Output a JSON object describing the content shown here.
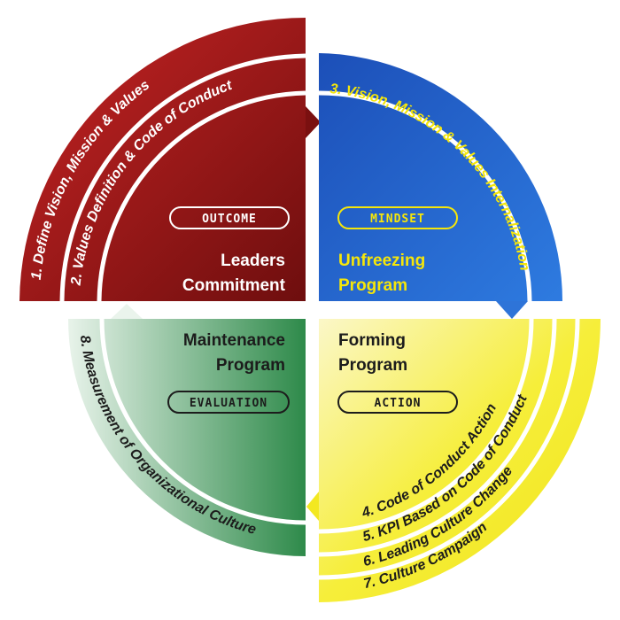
{
  "colors": {
    "red": "#a11a1a",
    "blue": "#1f5fc8",
    "green": "#3a9a58",
    "yellow": "#f2ea1a",
    "dark_red": "#6a0d0d",
    "yellow_text": "#f5e60a",
    "ink": "#1c1c1c"
  },
  "quadrants": {
    "top_left": {
      "tag": "OUTCOME",
      "title_line1": "Leaders",
      "title_line2": "Commitment"
    },
    "top_right": {
      "tag": "MINDSET",
      "title_line1": "Unfreezing",
      "title_line2": "Program"
    },
    "bottom_right": {
      "tag": "ACTION",
      "title_line1": "Forming",
      "title_line2": "Program"
    },
    "bottom_left": {
      "tag": "EVALUATION",
      "title_line1": "Maintenance",
      "title_line2": "Program"
    }
  },
  "steps": {
    "s1": "1. Define Vision, Mission & Values",
    "s2": "2. Values Definition & Code of Conduct",
    "s3": "3. Vision, Mission & Values Internalization",
    "s4": "4. Code of Conduct Action",
    "s5": "5. KPI Based on Code of Conduct",
    "s6": "6. Leading Culture Change",
    "s7": "7. Culture Campaign",
    "s8": "8. Measurement of Organizational Culture"
  }
}
